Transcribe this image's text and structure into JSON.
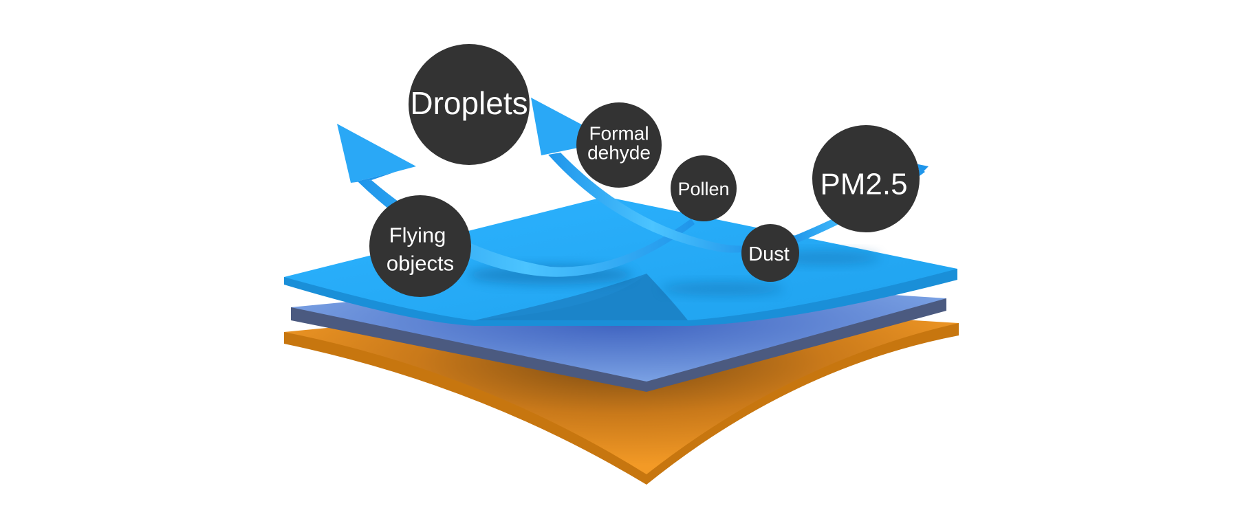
{
  "colors": {
    "background": "#ffffff",
    "top_layer": "#22aaf5",
    "top_layer_edge": "#1a8fd8",
    "middle_layer": "#6f95d8",
    "middle_layer_edge": "#4b5a80",
    "bottom_layer": "#f0921e",
    "bottom_layer_edge": "#c8770f",
    "arrow": "#2aa8f6",
    "arrow_light": "#48c2ff",
    "bubble": "#333333",
    "bubble_text": "#ffffff"
  },
  "particles": [
    {
      "id": "droplets",
      "lines": [
        "Droplets"
      ]
    },
    {
      "id": "formaldehyde",
      "lines": [
        "Formal",
        "dehyde"
      ]
    },
    {
      "id": "pollen",
      "lines": [
        "Pollen"
      ]
    },
    {
      "id": "pm25",
      "lines": [
        "PM2.5"
      ]
    },
    {
      "id": "flying-objects",
      "lines": [
        "Flying",
        "objects"
      ]
    },
    {
      "id": "dust",
      "lines": [
        "Dust"
      ]
    }
  ]
}
